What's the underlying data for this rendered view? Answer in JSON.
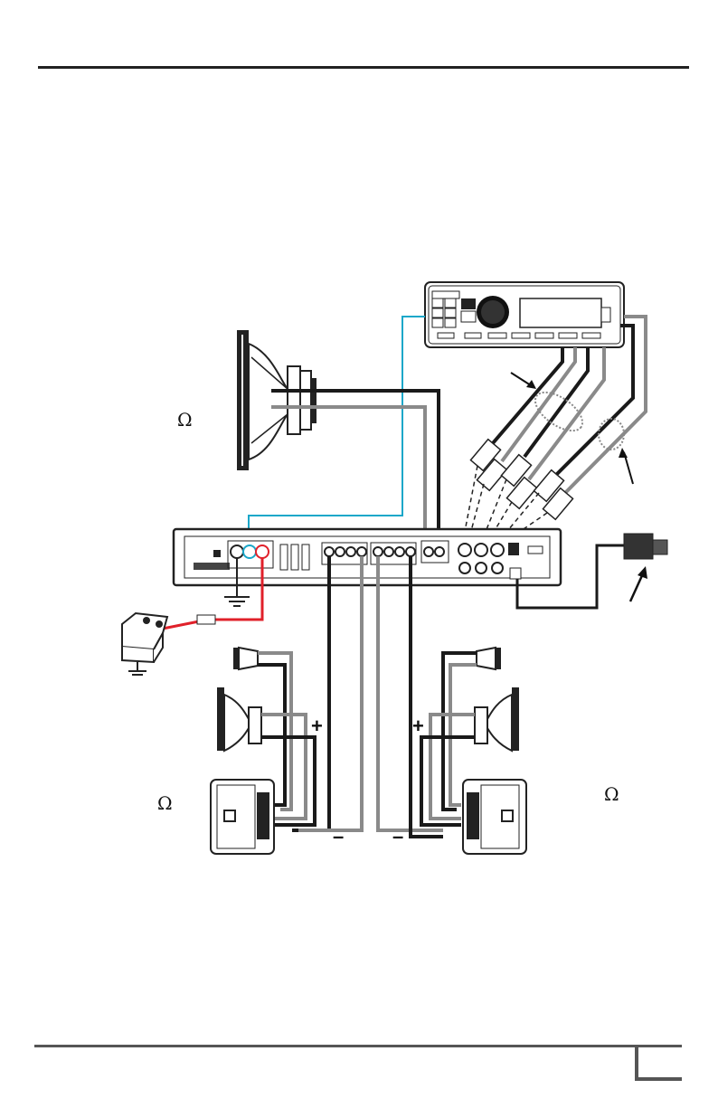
{
  "labels": {
    "ohm_sub": "Ω",
    "ohm_left": "Ω",
    "ohm_right": "Ω",
    "plus_left": "+",
    "plus_right": "+",
    "minus_left": "–",
    "minus_right": "–"
  },
  "colors": {
    "wire_black": "#1a1a1a",
    "wire_gray": "#8a8a8a",
    "wire_cyan": "#1aa7c9",
    "wire_red": "#e0202a",
    "dotted_circle": "#888888"
  },
  "icons": [
    "head-unit-icon",
    "subwoofer-icon",
    "amplifier-icon",
    "battery-icon",
    "remote-bass-knob-icon",
    "tweeter-icon",
    "midrange-speaker-icon",
    "crossover-icon",
    "ground-icon"
  ]
}
